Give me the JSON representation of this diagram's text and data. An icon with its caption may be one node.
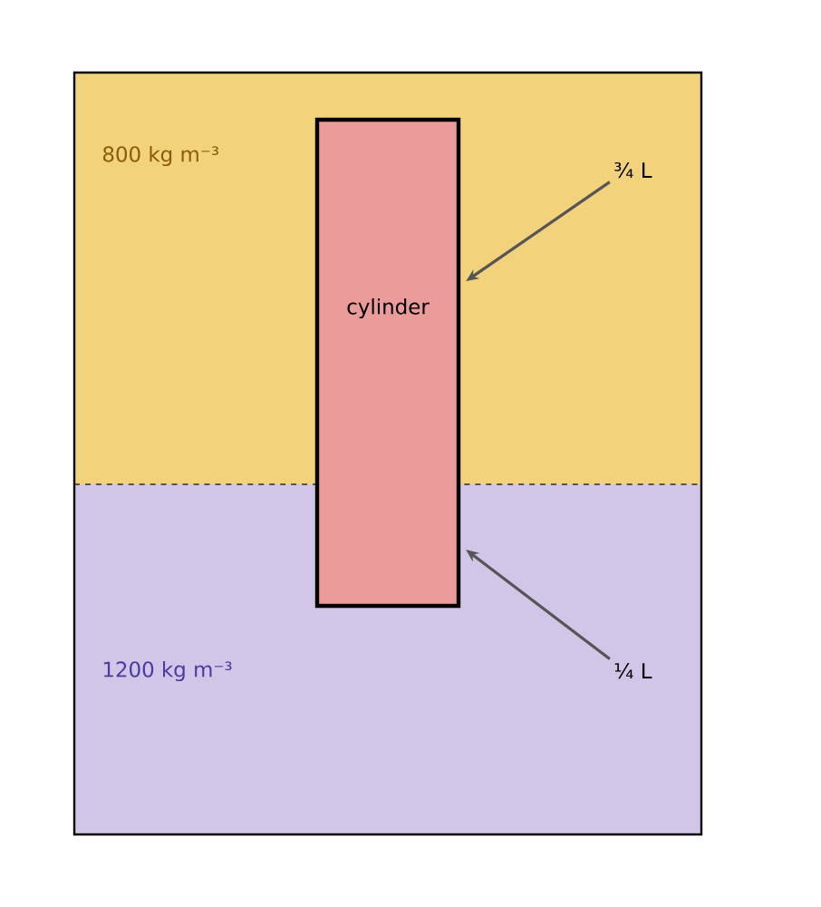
{
  "diagram": {
    "nodes": [
      {
        "text": [
          "800 kg m⁻³"
        ]
      },
      {
        "text": [
          "1200 kg m⁻³"
        ]
      },
      {
        "text": [
          "cylinder"
        ]
      },
      {
        "text": [
          "¾ L"
        ],
        "in": 0
      },
      {
        "text": [
          "¼ L"
        ],
        "in": 1
      }
    ],
    "edges": [
      {
        "from": 3,
        "to": 2,
        "arrow": "to"
      },
      {
        "from": 4,
        "to": 2,
        "arrow": "to"
      }
    ]
  }
}
